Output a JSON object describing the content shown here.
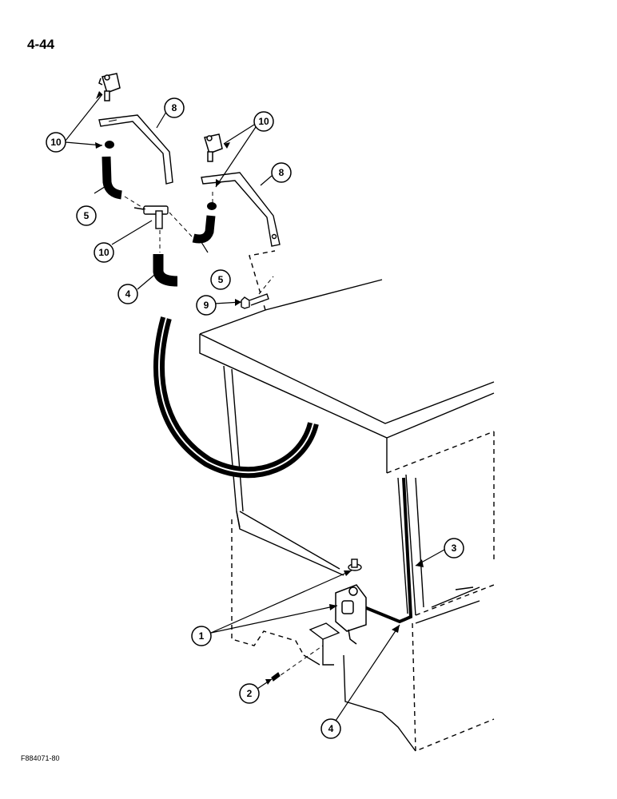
{
  "page_number": "4-44",
  "figure_code": "F884071-80",
  "callouts": {
    "c10a": "10",
    "c8a": "8",
    "c10b": "10",
    "c8b": "8",
    "c5a": "5",
    "c10c": "10",
    "c5b": "5",
    "c4a": "4",
    "c9": "9",
    "c3": "3",
    "c1": "1",
    "c2": "2",
    "c4b": "4"
  }
}
